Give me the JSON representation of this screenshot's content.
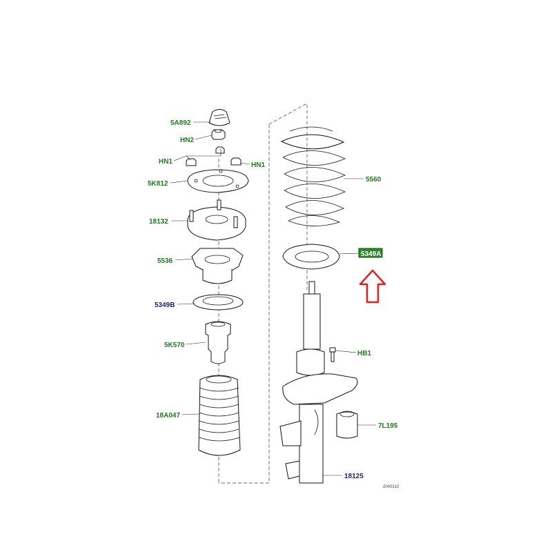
{
  "labels": {
    "5A892": "5A892",
    "HN2": "HN2",
    "HN1_left": "HN1",
    "HN1_right": "HN1",
    "5K812": "5K812",
    "18132": "18132",
    "5536": "5536",
    "5349B": "5349B",
    "5K570": "5K570",
    "18A047": "18A047",
    "5560": "5560",
    "5349A": "5349A",
    "HB1": "HB1",
    "7L195": "7L195",
    "18125": "18125",
    "drawing_no": "2040310"
  },
  "colors": {
    "label_green": "#1f7a1f",
    "label_blue": "#1a237e",
    "highlight_fill": "#2e8b2e",
    "arrow_red": "#e02020"
  },
  "highlight": {
    "part": "5349A",
    "indicator": "up-arrow-icon"
  }
}
